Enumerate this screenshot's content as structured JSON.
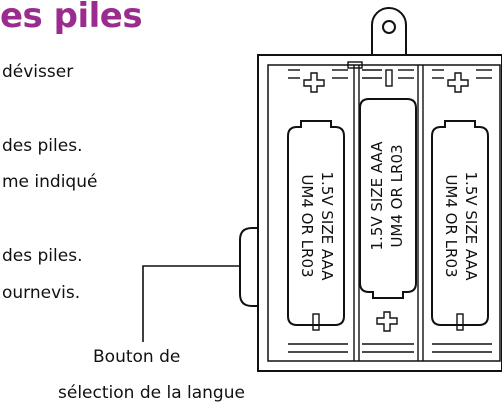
{
  "heading": "es piles",
  "steps": [
    "dévisser",
    "des piles.",
    "me indiqué",
    "des piles.",
    "ournevis."
  ],
  "callout": {
    "line1": "Bouton de",
    "line2": "sélection de la langue"
  },
  "batteries": [
    {
      "line1": "1.5V SIZE AAA",
      "line2": "UM4 OR LR03"
    },
    {
      "line1": "1.5V SIZE AAA",
      "line2": "UM4 OR LR03"
    },
    {
      "line1": "1.5V SIZE AAA",
      "line2": "UM4 OR LR03"
    }
  ],
  "colors": {
    "heading": "#9b2c8f",
    "stroke": "#111111"
  }
}
